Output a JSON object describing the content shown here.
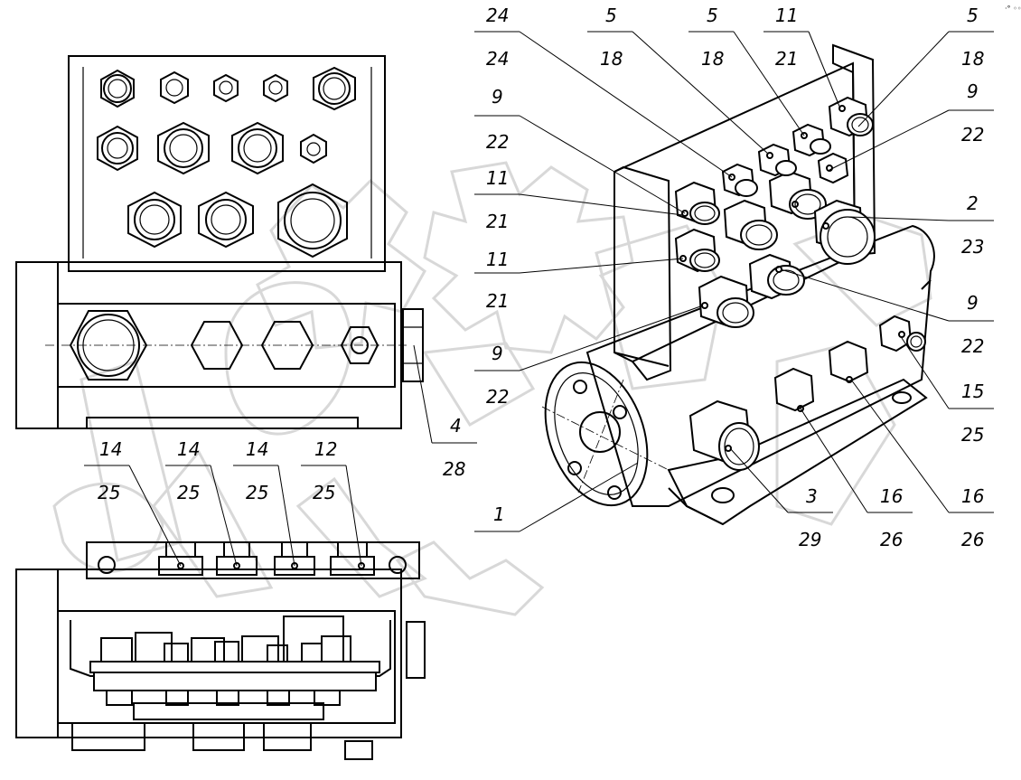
{
  "corner_mark": "·° ◦◦◦",
  "callouts_top_row": [
    {
      "id": "c1",
      "top": "24",
      "bottom": "24"
    },
    {
      "id": "c2",
      "top": "5",
      "bottom": "18"
    },
    {
      "id": "c3",
      "top": "5",
      "bottom": "18"
    },
    {
      "id": "c4",
      "top": "11",
      "bottom": "21"
    },
    {
      "id": "c5",
      "top": "5",
      "bottom": "18"
    }
  ],
  "callouts_left": [
    {
      "id": "l1",
      "top": "9",
      "bottom": "22"
    },
    {
      "id": "l2",
      "top": "11",
      "bottom": "21"
    },
    {
      "id": "l3",
      "top": "11",
      "bottom": "21"
    },
    {
      "id": "l4",
      "top": "9",
      "bottom": "22"
    }
  ],
  "callouts_right": [
    {
      "id": "r1",
      "top": "9",
      "bottom": "22"
    },
    {
      "id": "r2",
      "top": "2",
      "bottom": "23"
    },
    {
      "id": "r3",
      "top": "9",
      "bottom": "22"
    },
    {
      "id": "r4",
      "top": "15",
      "bottom": "25"
    }
  ],
  "callouts_bottom": [
    {
      "id": "b1",
      "top": "3",
      "bottom": "29"
    },
    {
      "id": "b2",
      "top": "16",
      "bottom": "26"
    },
    {
      "id": "b3",
      "top": "16",
      "bottom": "26"
    }
  ],
  "callout_part1": "1",
  "callout_front": {
    "top": "4",
    "bottom": "28"
  },
  "callouts_side_view": [
    {
      "id": "s1",
      "top": "14",
      "bottom": "25"
    },
    {
      "id": "s2",
      "top": "14",
      "bottom": "25"
    },
    {
      "id": "s3",
      "top": "14",
      "bottom": "25"
    },
    {
      "id": "s4",
      "top": "12",
      "bottom": "25"
    }
  ]
}
